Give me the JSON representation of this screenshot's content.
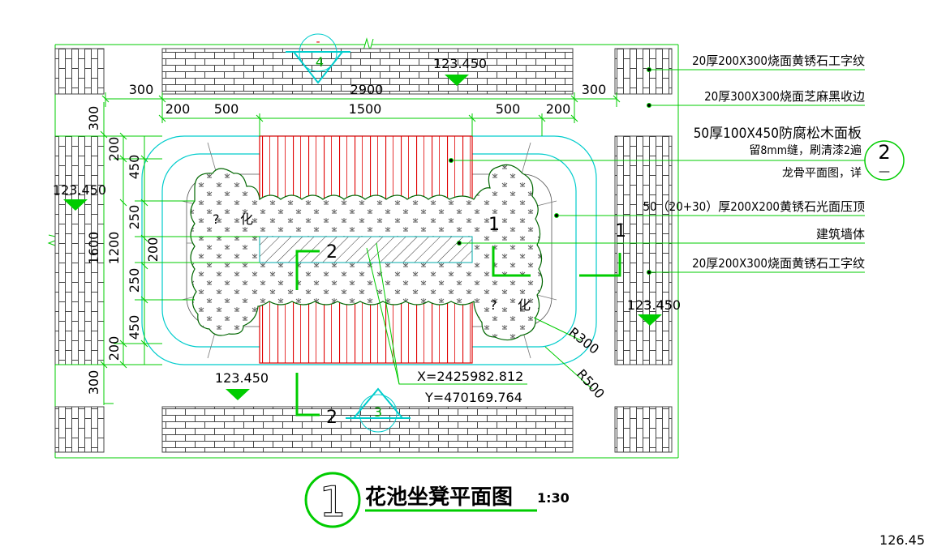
{
  "drawing": {
    "title": "花池坐凳平面图",
    "scale": "1:30",
    "title_circle_number": "1",
    "corner_value": "126.45"
  },
  "dimensions": {
    "top_total": "2900",
    "top_side_left": "300",
    "top_side_right": "300",
    "inner_200_left": "200",
    "inner_500_left": "500",
    "inner_1500": "1500",
    "inner_500_right": "500",
    "inner_200_right": "200",
    "left_300_top": "300",
    "left_300_bottom": "300",
    "left_1600": "1600",
    "left_1200": "1200",
    "left_200_top": "200",
    "left_450_top": "450",
    "left_250_top": "250",
    "left_200_mid": "200",
    "left_250_bottom": "250",
    "left_450_bottom": "450",
    "left_200_bottom": "200",
    "radius_small": "R300",
    "radius_large": "R500"
  },
  "elevations": {
    "top": "123.450",
    "left": "123.450",
    "right": "123.450",
    "bottom": "123.450"
  },
  "coordinates": {
    "x": "X=2425982.812",
    "y": "Y=470169.764"
  },
  "section_marks": {
    "s1_a": "1",
    "s1_b": "1",
    "s2_a": "2",
    "s2_b": "2",
    "detail_top": "4",
    "detail_top_sign": "-",
    "detail_bottom": "3",
    "detail_right": "2",
    "detail_right_sign": "—"
  },
  "plant_marks": {
    "left_q": "?",
    "left_hua": "化",
    "right_q": "?",
    "right_hua": "化"
  },
  "annotations": [
    "20厚200X300烧面黄锈石工字纹",
    "20厚300X300烧面芝麻黑收边",
    "50厚100X450防腐松木面板",
    "留8mm缝，刷清漆2遍",
    "龙骨平面图，详",
    "50（20+30）厚200X200黄锈石光面压顶",
    "建筑墙体",
    "20厚200X300烧面黄锈石工字纹"
  ]
}
